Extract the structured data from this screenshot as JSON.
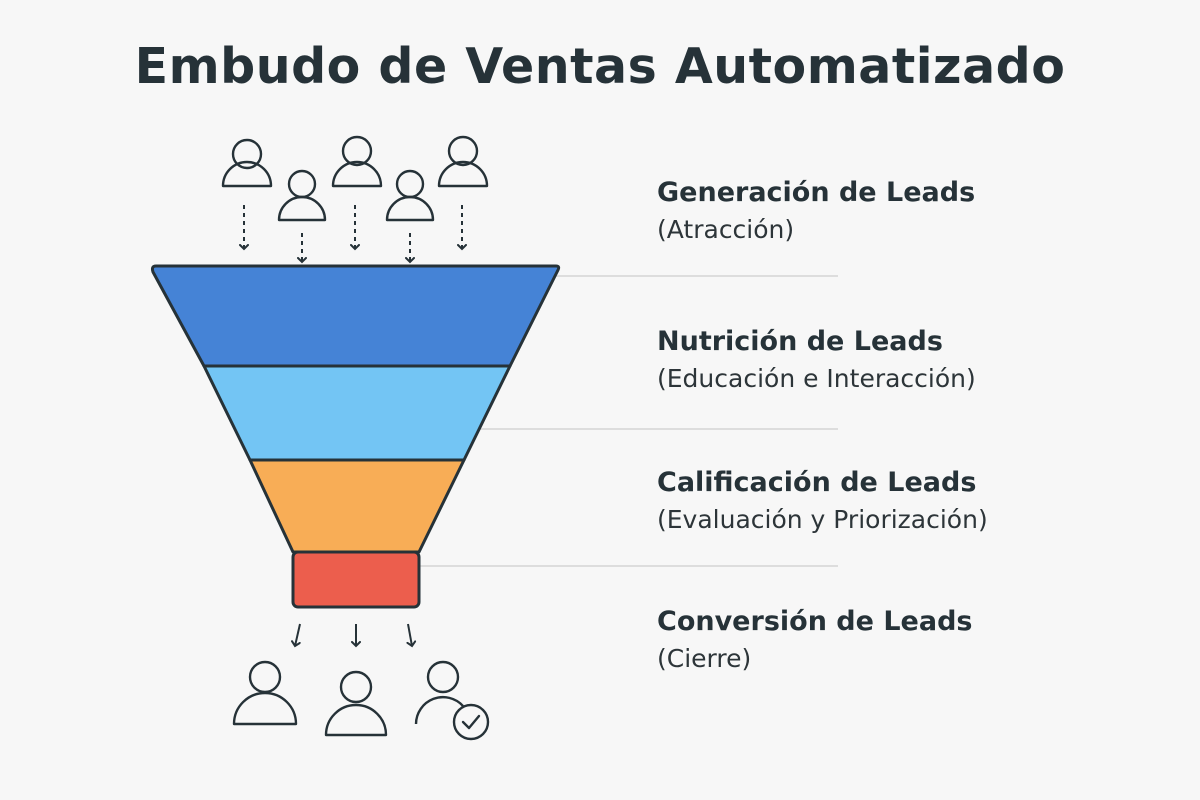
{
  "title": "Embudo de Ventas Automatizado",
  "colors": {
    "ink": "#263238",
    "stage_1": "#4583d6",
    "stage_2": "#73c5f4",
    "stage_3": "#f8ad56",
    "stage_4": "#ec5e4d",
    "connector": "#dddddd"
  },
  "stages": [
    {
      "title": "Generación de Leads",
      "subtitle": "(Atracción)"
    },
    {
      "title": "Nutrición de Leads",
      "subtitle": "(Educación e Interacción)"
    },
    {
      "title": "Calificación de Leads",
      "subtitle": "(Evaluación y Priorización)"
    },
    {
      "title": "Conversión de Leads",
      "subtitle": "(Cierre)"
    }
  ],
  "icons": {
    "incoming": "person-icon",
    "incoming_count": 5,
    "outgoing": "person-icon",
    "outgoing_count": 3,
    "converted": "person-check-icon"
  }
}
